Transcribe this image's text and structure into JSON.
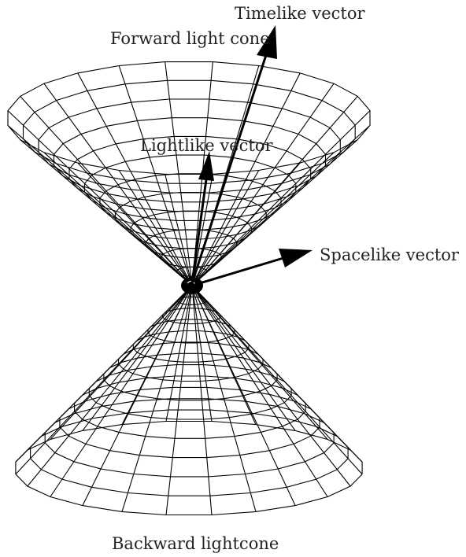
{
  "labels": {
    "timelike": "Timelike vector",
    "forward": "Forward light cone",
    "lightlike": "Lightlike vector",
    "spacelike": "Spacelike vector",
    "backward": "Backward lightcone"
  }
}
